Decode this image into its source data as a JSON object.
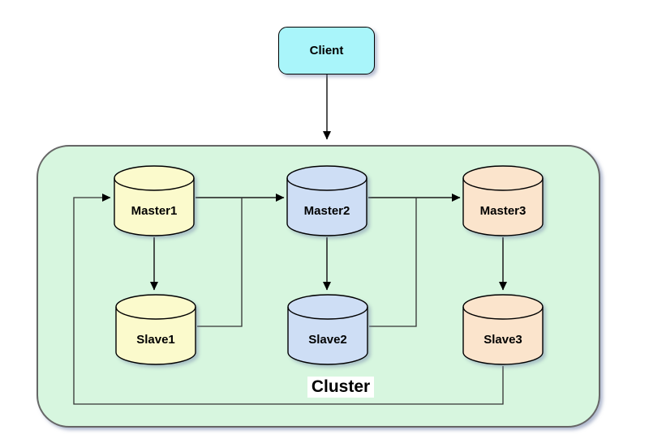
{
  "diagram": {
    "title": "Redis-style cluster topology diagram",
    "client": {
      "label": "Client",
      "fill": "#A9F5FA"
    },
    "cluster": {
      "label": "Cluster",
      "fill": "#D7F6DF",
      "border_color": "#666666"
    },
    "nodes": [
      {
        "id": "master1",
        "label": "Master1",
        "role": "master",
        "fill": "#FBFACC"
      },
      {
        "id": "master2",
        "label": "Master2",
        "role": "master",
        "fill": "#CEDEF5"
      },
      {
        "id": "master3",
        "label": "Master3",
        "role": "master",
        "fill": "#FBE4CC"
      },
      {
        "id": "slave1",
        "label": "Slave1",
        "role": "slave",
        "fill": "#FBFACC"
      },
      {
        "id": "slave2",
        "label": "Slave2",
        "role": "slave",
        "fill": "#CEDEF5"
      },
      {
        "id": "slave3",
        "label": "Slave3",
        "role": "slave",
        "fill": "#FBE4CC"
      }
    ],
    "edges": [
      {
        "from": "Client",
        "to": "Cluster",
        "arrow": true
      },
      {
        "from": "Master1",
        "to": "Master2",
        "arrow": true
      },
      {
        "from": "Master2",
        "to": "Master3",
        "arrow": true
      },
      {
        "from": "Master1",
        "to": "Slave1",
        "arrow": true
      },
      {
        "from": "Master2",
        "to": "Slave2",
        "arrow": true
      },
      {
        "from": "Master3",
        "to": "Slave3",
        "arrow": true
      },
      {
        "from": "Slave1",
        "to": "Master1-Master2 link",
        "arrow": false
      },
      {
        "from": "Slave2",
        "to": "Master2-Master3 link",
        "arrow": false
      },
      {
        "from": "Slave3",
        "to": "Master1",
        "arrow": true,
        "route": "down, left along cluster bottom, up, into Master1"
      }
    ],
    "colors": {
      "edge": "#1a1a1a",
      "node_border": "#000000",
      "shadow": "rgba(110,126,166,0.5)",
      "label_text": "#000000",
      "cluster_label_bg": "#ffffff"
    }
  }
}
